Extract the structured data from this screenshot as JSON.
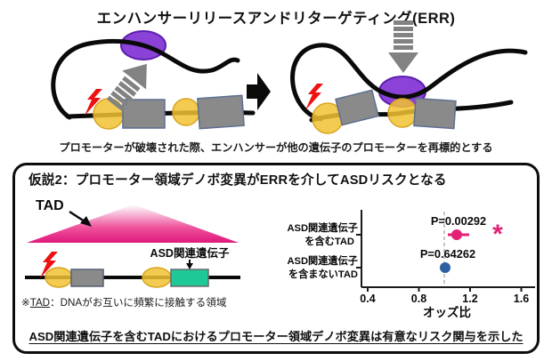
{
  "figure": {
    "title": "エンハンサーリリースアンドリターゲティング(ERR)",
    "caption": "プロモーターが破壊された際、エンハンサーが他の遺伝子のプロモーターを再標的とする"
  },
  "hypothesis_box": {
    "heading": "仮説2：プロモーター領域デノボ変異がERRを介してASDリスクとなる",
    "tad_diagram": {
      "tad_label": "TAD",
      "asd_gene_label": "ASD関連遺伝子",
      "note_mark": "※",
      "note_term": "TAD",
      "note_rest": "：DNAがお互いに頻繁に接触する領域"
    },
    "conclusion": "ASD関連遺伝子を含むTADにおけるプロモーター領域デノボ変異は有意なリスク関与を示した"
  },
  "chart_data": {
    "type": "scatter",
    "subtype": "forest-plot",
    "xlabel": "オッズ比",
    "xlim": [
      0.3,
      1.7
    ],
    "xticks": [
      0.4,
      0.8,
      1.2,
      1.6
    ],
    "xtick_labels": [
      "0.4",
      "0.8",
      "1.2",
      "1.6"
    ],
    "reference_line_x": 1.0,
    "grid": false,
    "legend_position": "none",
    "significance_marker": "*",
    "rows": [
      {
        "label": "ASD関連遺伝子を含むTAD",
        "label_lines": [
          "ASD関連遺伝子",
          "を含むTAD"
        ],
        "odds_ratio": 1.1,
        "ci_low": 1.03,
        "ci_high": 1.17,
        "p_value": 0.00292,
        "p_label": "P=0.00292",
        "color": "#e32276",
        "significant": true
      },
      {
        "label": "ASD関連遺伝子を含まないTAD",
        "label_lines": [
          "ASD関連遺伝子",
          "を含まないTAD"
        ],
        "odds_ratio": 1.0,
        "ci_low": null,
        "ci_high": null,
        "p_value": 0.64262,
        "p_label": "P=0.64262",
        "color": "#2e5fa3",
        "significant": false
      }
    ]
  },
  "colors": {
    "enhancer_purple": "#8b42d6",
    "promoter_yellow": "#f1c232",
    "gene_gray": "#8a8a8a",
    "mutation_red": "#ee1111",
    "tad_magenta": "#e0187c",
    "asd_gene_green": "#1ec997",
    "point_pink": "#e32276",
    "point_blue": "#2e5fa3"
  }
}
